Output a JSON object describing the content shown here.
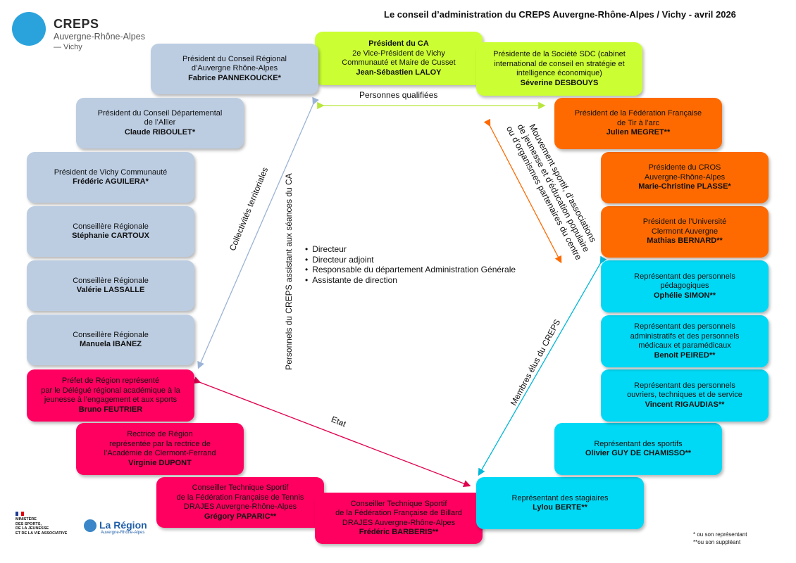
{
  "title": "Le conseil d’administration du CREPS Auvergne-Rhône-Alpes / Vichy - avril 2026",
  "logo": {
    "brand": "CREPS",
    "region": "Auvergne-Rhône-Alpes",
    "city": "— Vichy"
  },
  "colors": {
    "territorial": "#bccde2",
    "qualified": "#ccff33",
    "sport_movement": "#ff6a00",
    "elected": "#00d9f5",
    "state": "#ff0060"
  },
  "boxes": {
    "president": {
      "lines": [
        "Président du CA",
        "2e Vice-Président de Vichy",
        "Communauté et Maire de Cusset"
      ],
      "name": "Jean-Sébastien LALOY"
    },
    "sdc": {
      "lines": [
        "Présidente de la Société SDC (cabinet",
        "international de conseil en stratégie et",
        "intelligence économique)"
      ],
      "name": "Séverine DESBOUYS"
    },
    "region_pres": {
      "lines": [
        "Président du Conseil Régional",
        "d’Auvergne Rhône-Alpes"
      ],
      "name": "Fabrice PANNEKOUCKE*"
    },
    "allier": {
      "lines": [
        "Président du Conseil Départemental",
        "de l’Allier"
      ],
      "name": "Claude RIBOULET*"
    },
    "vichy_comm": {
      "lines": [
        "Président de Vichy Communauté"
      ],
      "name": "Frédéric AGUILERA*"
    },
    "cons1": {
      "lines": [
        "Conseillère Régionale"
      ],
      "name": "Stéphanie CARTOUX"
    },
    "cons2": {
      "lines": [
        "Conseillère Régionale"
      ],
      "name": "Valérie LASSALLE"
    },
    "cons3": {
      "lines": [
        "Conseillère Régionale"
      ],
      "name": "Manuela IBANEZ"
    },
    "prefet": {
      "lines": [
        "Préfet de Région représenté",
        "par le Délégué régional académique à la",
        "jeunesse à l’engagement et aux sports"
      ],
      "name": "Bruno FEUTRIER"
    },
    "rectrice": {
      "lines": [
        "Rectrice de Région",
        "représentée par la rectrice de",
        "l’Académie de Clermont-Ferrand"
      ],
      "name": "Virginie DUPONT"
    },
    "cts_tennis": {
      "lines": [
        "Conseiller Technique Sportif",
        "de la Fédération Française de Tennis",
        "DRAJES Auvergne-Rhône-Alpes"
      ],
      "name": "Grégory PAPARIC**"
    },
    "cts_billard": {
      "lines": [
        "Conseiller Technique Sportif",
        "de la Fédération Française de Billard",
        "DRAJES Auvergne-Rhône-Alpes"
      ],
      "name": "Frédéric BARBERIS**"
    },
    "stagiaires": {
      "lines": [
        "Représentant des stagiaires"
      ],
      "name": "Lylou BERTE**"
    },
    "sportifs": {
      "lines": [
        "Représentant des sportifs"
      ],
      "name": "Olivier GUY DE CHAMISSO**"
    },
    "ouvriers": {
      "lines": [
        "Représentant des personnels",
        "ouvriers, techniques et de service"
      ],
      "name": "Vincent RIGAUDIAS**"
    },
    "admin": {
      "lines": [
        "Représentant des personnels",
        "administratifs et des personnels",
        "médicaux et paramédicaux"
      ],
      "name": "Benoit PEIRED**"
    },
    "pedago": {
      "lines": [
        "Représentant des personnels",
        "pédagogiques"
      ],
      "name": "Ophélie SIMON**"
    },
    "universite": {
      "lines": [
        "Président de l’Université",
        "Clermont Auvergne"
      ],
      "name": "Mathias BERNARD**"
    },
    "cros": {
      "lines": [
        "Présidente du CROS",
        "Auvergne-Rhône-Alpes"
      ],
      "name": "Marie-Christine PLASSE*"
    },
    "tir": {
      "lines": [
        "Président de la Fédération Française",
        "de Tir à l’arc"
      ],
      "name": "Julien MEGRET**"
    }
  },
  "labels": {
    "qualified": "Personnes qualifiées",
    "territorial": "Collectivités territoriales",
    "staff_attending": "Personnels du CREPS assistant aux séances du CA",
    "sport_movement": [
      "Mouvement sportif, d’associations",
      "de jeunesse et d’éducation populaire",
      "ou d’organismes partenaires du centre"
    ],
    "elected": "Membres élus du CREPS",
    "state": "Etat"
  },
  "staff": [
    "Directeur",
    "Directeur adjoint",
    "Responsable du département Administration Générale",
    "Assistante de direction"
  ],
  "footer": {
    "ministere": [
      "MINISTÈRE",
      "DES SPORTS,",
      "DE LA JEUNESSE",
      "ET DE LA VIE ASSOCIATIVE"
    ],
    "region_name": "La Région",
    "region_sub": "Auvergne-Rhône-Alpes",
    "footnote1": "* ou son représentant",
    "footnote2": "**ou son suppléant"
  }
}
